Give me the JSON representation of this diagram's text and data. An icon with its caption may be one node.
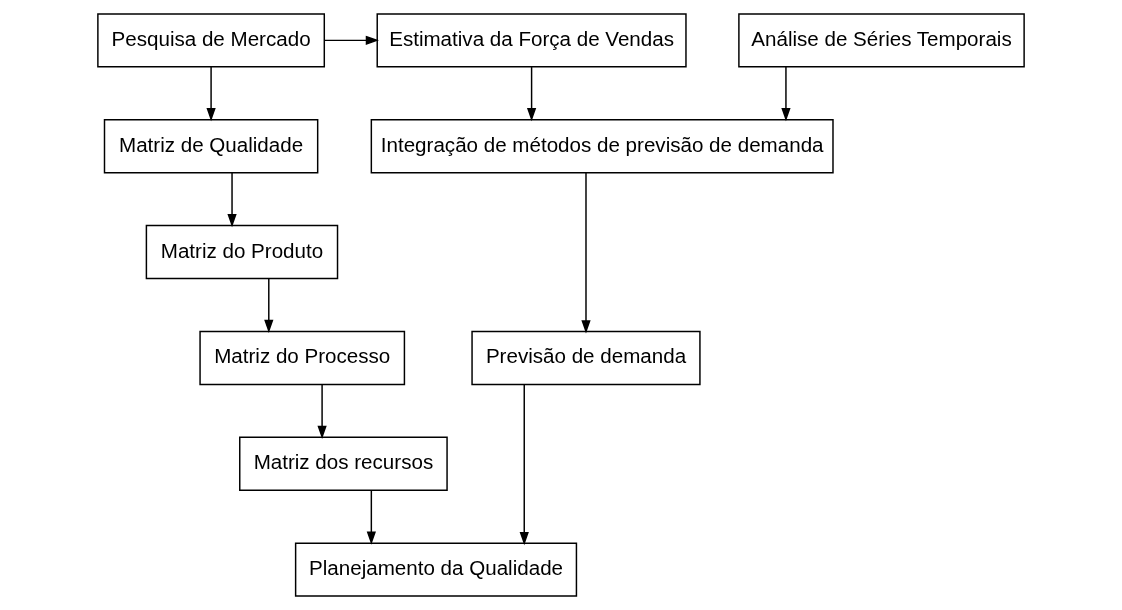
{
  "diagram": {
    "nodes": [
      {
        "text": [
          "Pesquisa de Mercado"
        ]
      },
      {
        "text": [
          "Estimativa da Força de Vendas"
        ]
      },
      {
        "text": [
          "Análise de Séries Temporais"
        ]
      },
      {
        "text": [
          "Matriz de Qualidade"
        ]
      },
      {
        "text": [
          "Matriz do Produto"
        ]
      },
      {
        "text": [
          "Matriz do Processo"
        ]
      },
      {
        "text": [
          "Matriz dos recursos"
        ]
      },
      {
        "text": [
          "Integração de métodos de previsão de demanda"
        ]
      },
      {
        "text": [
          "Previsão de demanda"
        ]
      },
      {
        "text": [
          "Planejamento da Qualidade"
        ]
      }
    ],
    "edges": [
      {
        "from": 0,
        "to": 1,
        "arrow": "to"
      },
      {
        "from": 0,
        "to": 3,
        "arrow": "to"
      },
      {
        "from": 3,
        "to": 4,
        "arrow": "to"
      },
      {
        "from": 4,
        "to": 5,
        "arrow": "to"
      },
      {
        "from": 5,
        "to": 6,
        "arrow": "to"
      },
      {
        "from": 1,
        "to": 7,
        "arrow": "to"
      },
      {
        "from": 2,
        "to": 7,
        "arrow": "to"
      },
      {
        "from": 7,
        "to": 8,
        "arrow": "to"
      },
      {
        "from": 6,
        "to": 9,
        "arrow": "to"
      },
      {
        "from": 8,
        "to": 9,
        "arrow": "to"
      }
    ]
  }
}
